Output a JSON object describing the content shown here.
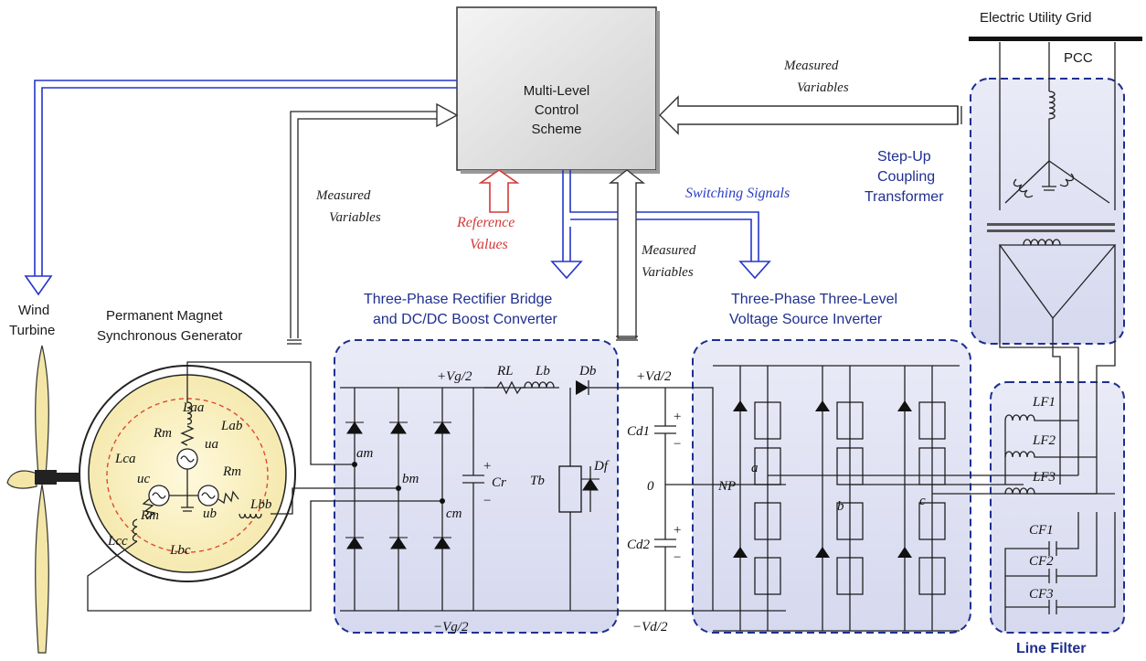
{
  "labels": {
    "grid": "Electric Utility Grid",
    "pcc": "PCC",
    "control_l1": "Multi-Level",
    "control_l2": "Control",
    "control_l3": "Scheme",
    "measured_top_l1": "Measured",
    "measured_top_l2": "Variables",
    "measured_left_l1": "Measured",
    "measured_left_l2": "Variables",
    "measured_mid_l1": "Measured",
    "measured_mid_l2": "Variables",
    "switching": "Switching Signals",
    "reference_l1": "Reference",
    "reference_l2": "Values",
    "transformer_l1": "Step-Up",
    "transformer_l2": "Coupling",
    "transformer_l3": "Transformer",
    "wind_l1": "Wind",
    "wind_l2": "Turbine",
    "pmsg_l1": "Permanent Magnet",
    "pmsg_l2": "Synchronous Generator",
    "rectifier_l1": "Three-Phase Rectifier Bridge",
    "rectifier_l2": "and DC/DC Boost Converter",
    "inverter_l1": "Three-Phase Three-Level",
    "inverter_l2": "Voltage Source Inverter",
    "line_filter": "Line Filter"
  },
  "symbols": {
    "vg_pos": "+Vg/2",
    "vg_neg": "−Vg/2",
    "vd_pos": "+Vd/2",
    "vd_neg": "−Vd/2",
    "rl": "RL",
    "lb": "Lb",
    "db": "Db",
    "df": "Df",
    "tb": "Tb",
    "cr": "Cr",
    "cd1": "Cd1",
    "cd2": "Cd2",
    "zero": "0",
    "np": "NP",
    "am": "am",
    "bm": "bm",
    "cm": "cm",
    "a": "a",
    "b": "b",
    "c": "c",
    "lf1": "LF1",
    "lf2": "LF2",
    "lf3": "LF3",
    "cf1": "CF1",
    "cf2": "CF2",
    "cf3": "CF3",
    "laa": "Laa",
    "lbb": "Lbb",
    "lcc": "Lcc",
    "lab": "Lab",
    "lbc": "Lbc",
    "lca": "Lca",
    "rm_a": "Rm",
    "rm_b": "Rm",
    "rm_c": "Rm",
    "ua": "ua",
    "ub": "ub",
    "uc": "uc",
    "plus_cr": "+",
    "minus_cr": "−",
    "plus_cd1": "+",
    "minus_cd1": "−",
    "plus_cd2": "+",
    "minus_cd2": "−"
  },
  "colors": {
    "box_border": "#1f2f8f",
    "signal_blue": "#2535c8",
    "reference_red": "#d23a3a",
    "generator_fill": "#fbf3c8",
    "control_fill": "#d9d9d9"
  }
}
